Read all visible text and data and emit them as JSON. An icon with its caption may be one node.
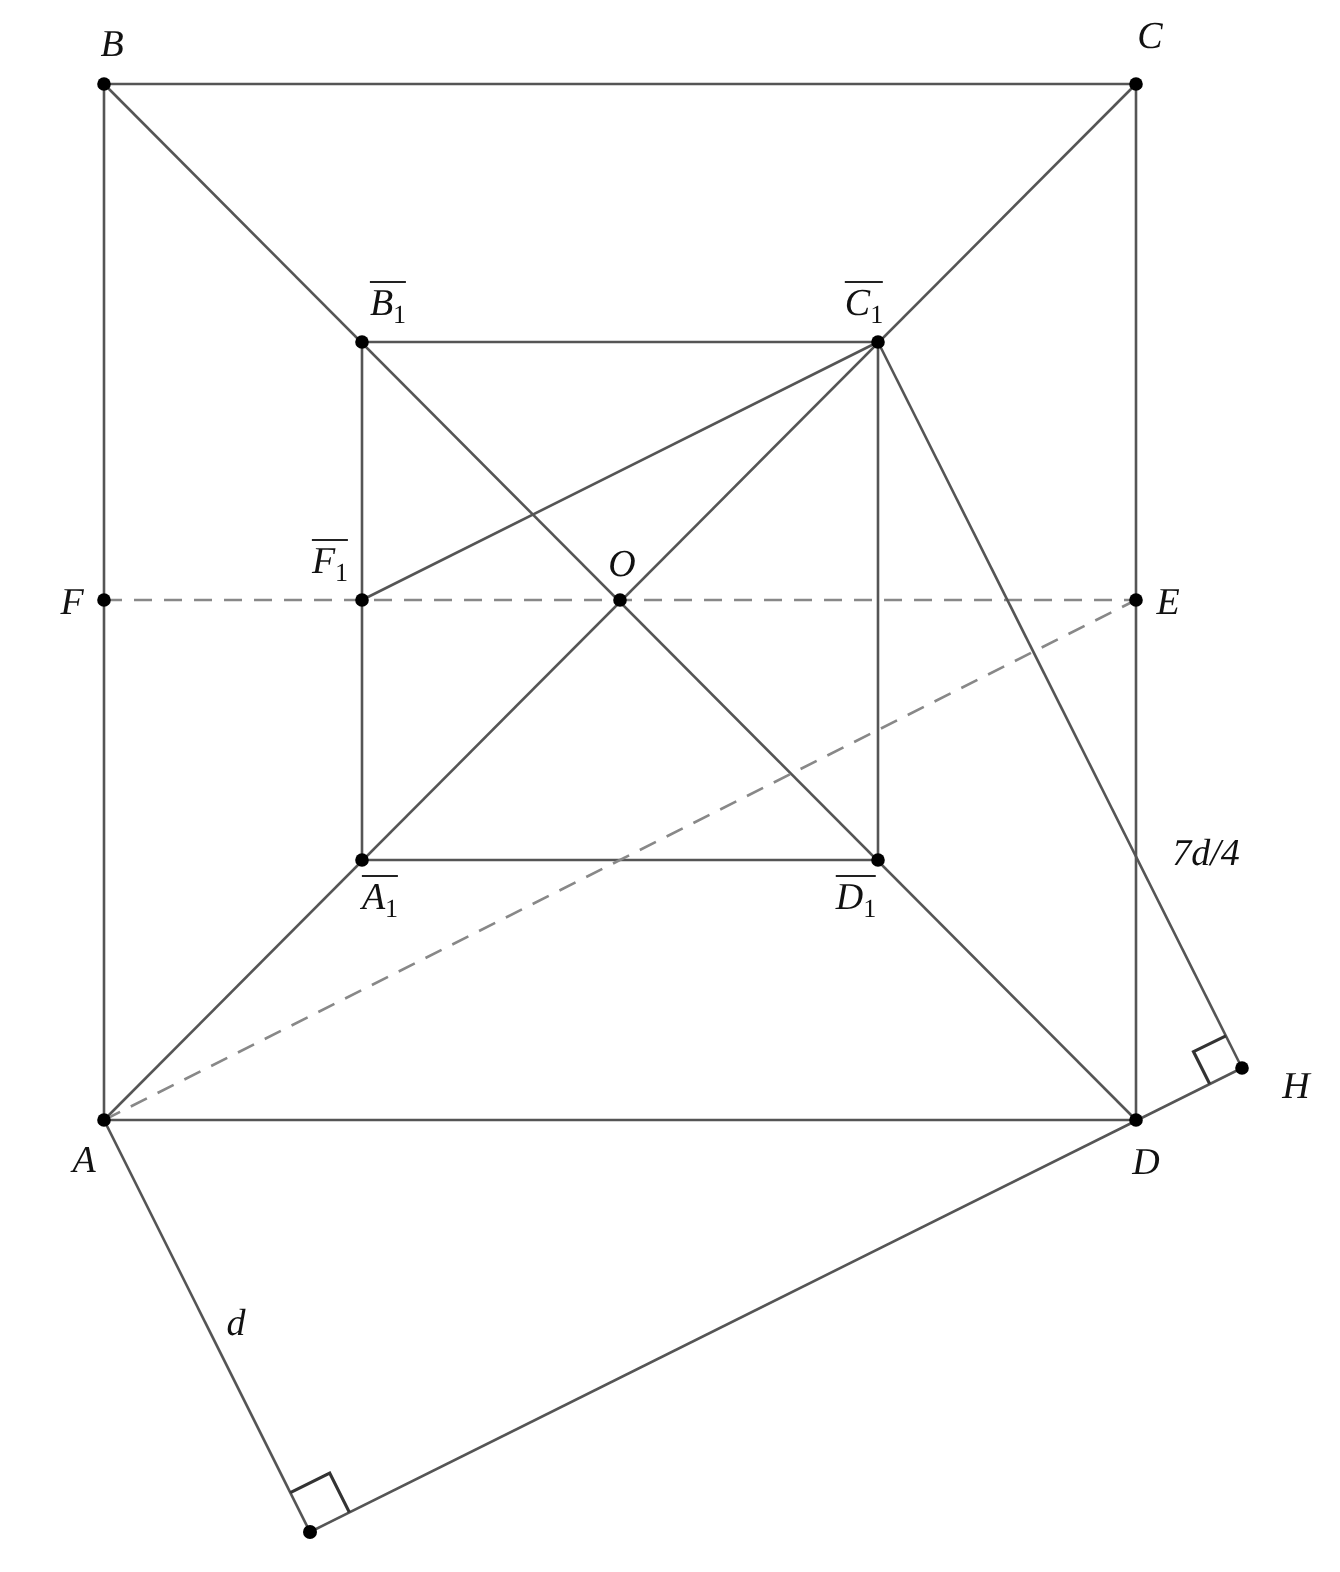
{
  "diagram": {
    "nodes": [
      {
        "text": [
          "B"
        ]
      },
      {
        "text": [
          "C"
        ]
      },
      {
        "text": [
          "B$_{1}$"
        ]
      },
      {
        "text": [
          "C$_{1}$"
        ]
      },
      {
        "text": [
          "F$_{1}$"
        ]
      },
      {
        "text": [
          "O"
        ]
      },
      {
        "text": [
          "F"
        ]
      },
      {
        "text": [
          "E"
        ]
      },
      {
        "text": [
          "A$_{1}$"
        ]
      },
      {
        "text": [
          "D$_{1}$"
        ]
      },
      {
        "text": [
          "H"
        ]
      },
      {
        "text": [
          "A"
        ]
      },
      {
        "text": [
          "D"
        ]
      },
      {
        "text": [],
        "shape": "circle"
      }
    ],
    "edges": [
      {
        "from": 0,
        "to": 1,
        "arrow": "none"
      },
      {
        "from": 1,
        "to": 12,
        "arrow": "none"
      },
      {
        "from": 12,
        "to": 11,
        "arrow": "none"
      },
      {
        "from": 11,
        "to": 0,
        "arrow": "none"
      },
      {
        "from": 0,
        "to": 12,
        "arrow": "none"
      },
      {
        "from": 11,
        "to": 1,
        "arrow": "none"
      },
      {
        "from": 2,
        "to": 3,
        "arrow": "none"
      },
      {
        "from": 3,
        "to": 9,
        "arrow": "none"
      },
      {
        "from": 9,
        "to": 8,
        "arrow": "none"
      },
      {
        "from": 8,
        "to": 2,
        "arrow": "none"
      },
      {
        "from": 4,
        "to": 3,
        "arrow": "none"
      },
      {
        "from": 6,
        "to": 7,
        "arrow": "none",
        "style": "dashed"
      },
      {
        "from": 11,
        "to": 7,
        "arrow": "none",
        "style": "dashed"
      },
      {
        "from": 3,
        "to": 10,
        "arrow": "none",
        "label": "7d/4"
      },
      {
        "from": 13,
        "to": 10,
        "arrow": "none"
      },
      {
        "from": 11,
        "to": 13,
        "arrow": "none",
        "label": "d"
      }
    ]
  }
}
